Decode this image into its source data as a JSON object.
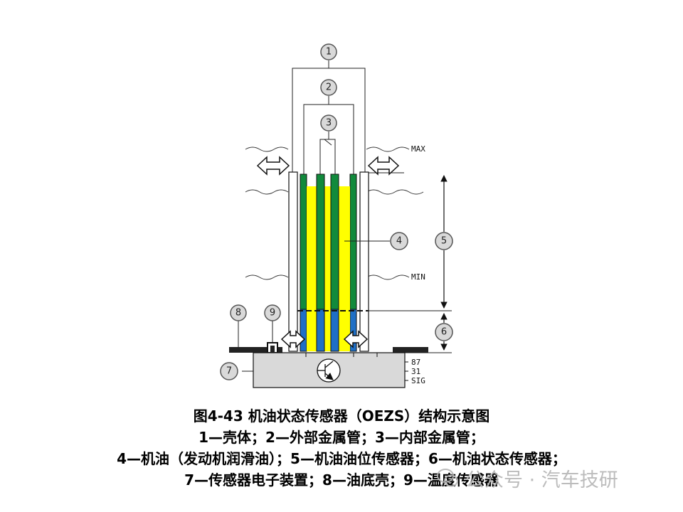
{
  "diagram": {
    "callouts": [
      "1",
      "2",
      "3",
      "4",
      "5",
      "6",
      "7",
      "8",
      "9"
    ],
    "level_labels": {
      "max": "MAX",
      "min": "MIN"
    },
    "pins": [
      "87",
      "31",
      "SIG"
    ],
    "colors": {
      "oil": "#ffff00",
      "outer_tube": "#118a3c",
      "inner_tube": "#1f6fc6",
      "base": "#d9d9d9",
      "sump": "#222222",
      "callout_fill": "#d9d9d9"
    }
  },
  "caption": {
    "title": "图4-43  机油状态传感器（OEZS）结构示意图",
    "line1": "1—壳体；2—外部金属管；3—内部金属管；",
    "line2": "4—机油（发动机润滑油）；5—机油油位传感器；6—机油状态传感器；",
    "line3": "7—传感器电子装置；8—油底壳；9—温度传感器"
  },
  "watermark": {
    "text": "公众号 · 汽车技研",
    "icon": "wechat-icon"
  }
}
